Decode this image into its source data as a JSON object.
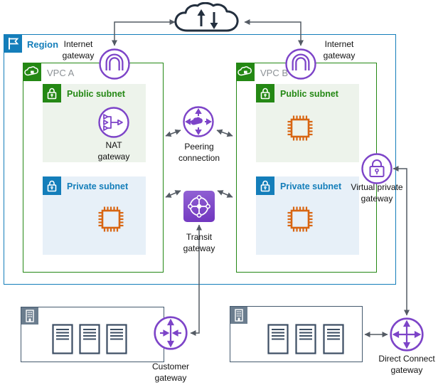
{
  "colors": {
    "region_blue": "#147EBA",
    "vpc_green": "#248814",
    "gateway_purple": "#7D44C8",
    "compute_orange": "#D86613",
    "datacenter_slate": "#44596E",
    "connector_gray": "#545B64",
    "public_subnet_bg": "#EDF3EB",
    "private_subnet_bg": "#E7F0F8"
  },
  "region": {
    "label": "Region"
  },
  "vpc_a": {
    "label": "VPC A",
    "public": "Public subnet",
    "private": "Private subnet"
  },
  "vpc_b": {
    "label": "VPC B",
    "public": "Public subnet",
    "private": "Private subnet"
  },
  "nodes": {
    "igw_a": "Internet gateway",
    "igw_b": "Internet gateway",
    "nat": "NAT gateway",
    "peering": "Peering connection",
    "transit": "Transit gateway",
    "vpg": "Virtual private gateway",
    "cgw": "Customer gateway",
    "dcgw": "Direct Connect gateway"
  }
}
